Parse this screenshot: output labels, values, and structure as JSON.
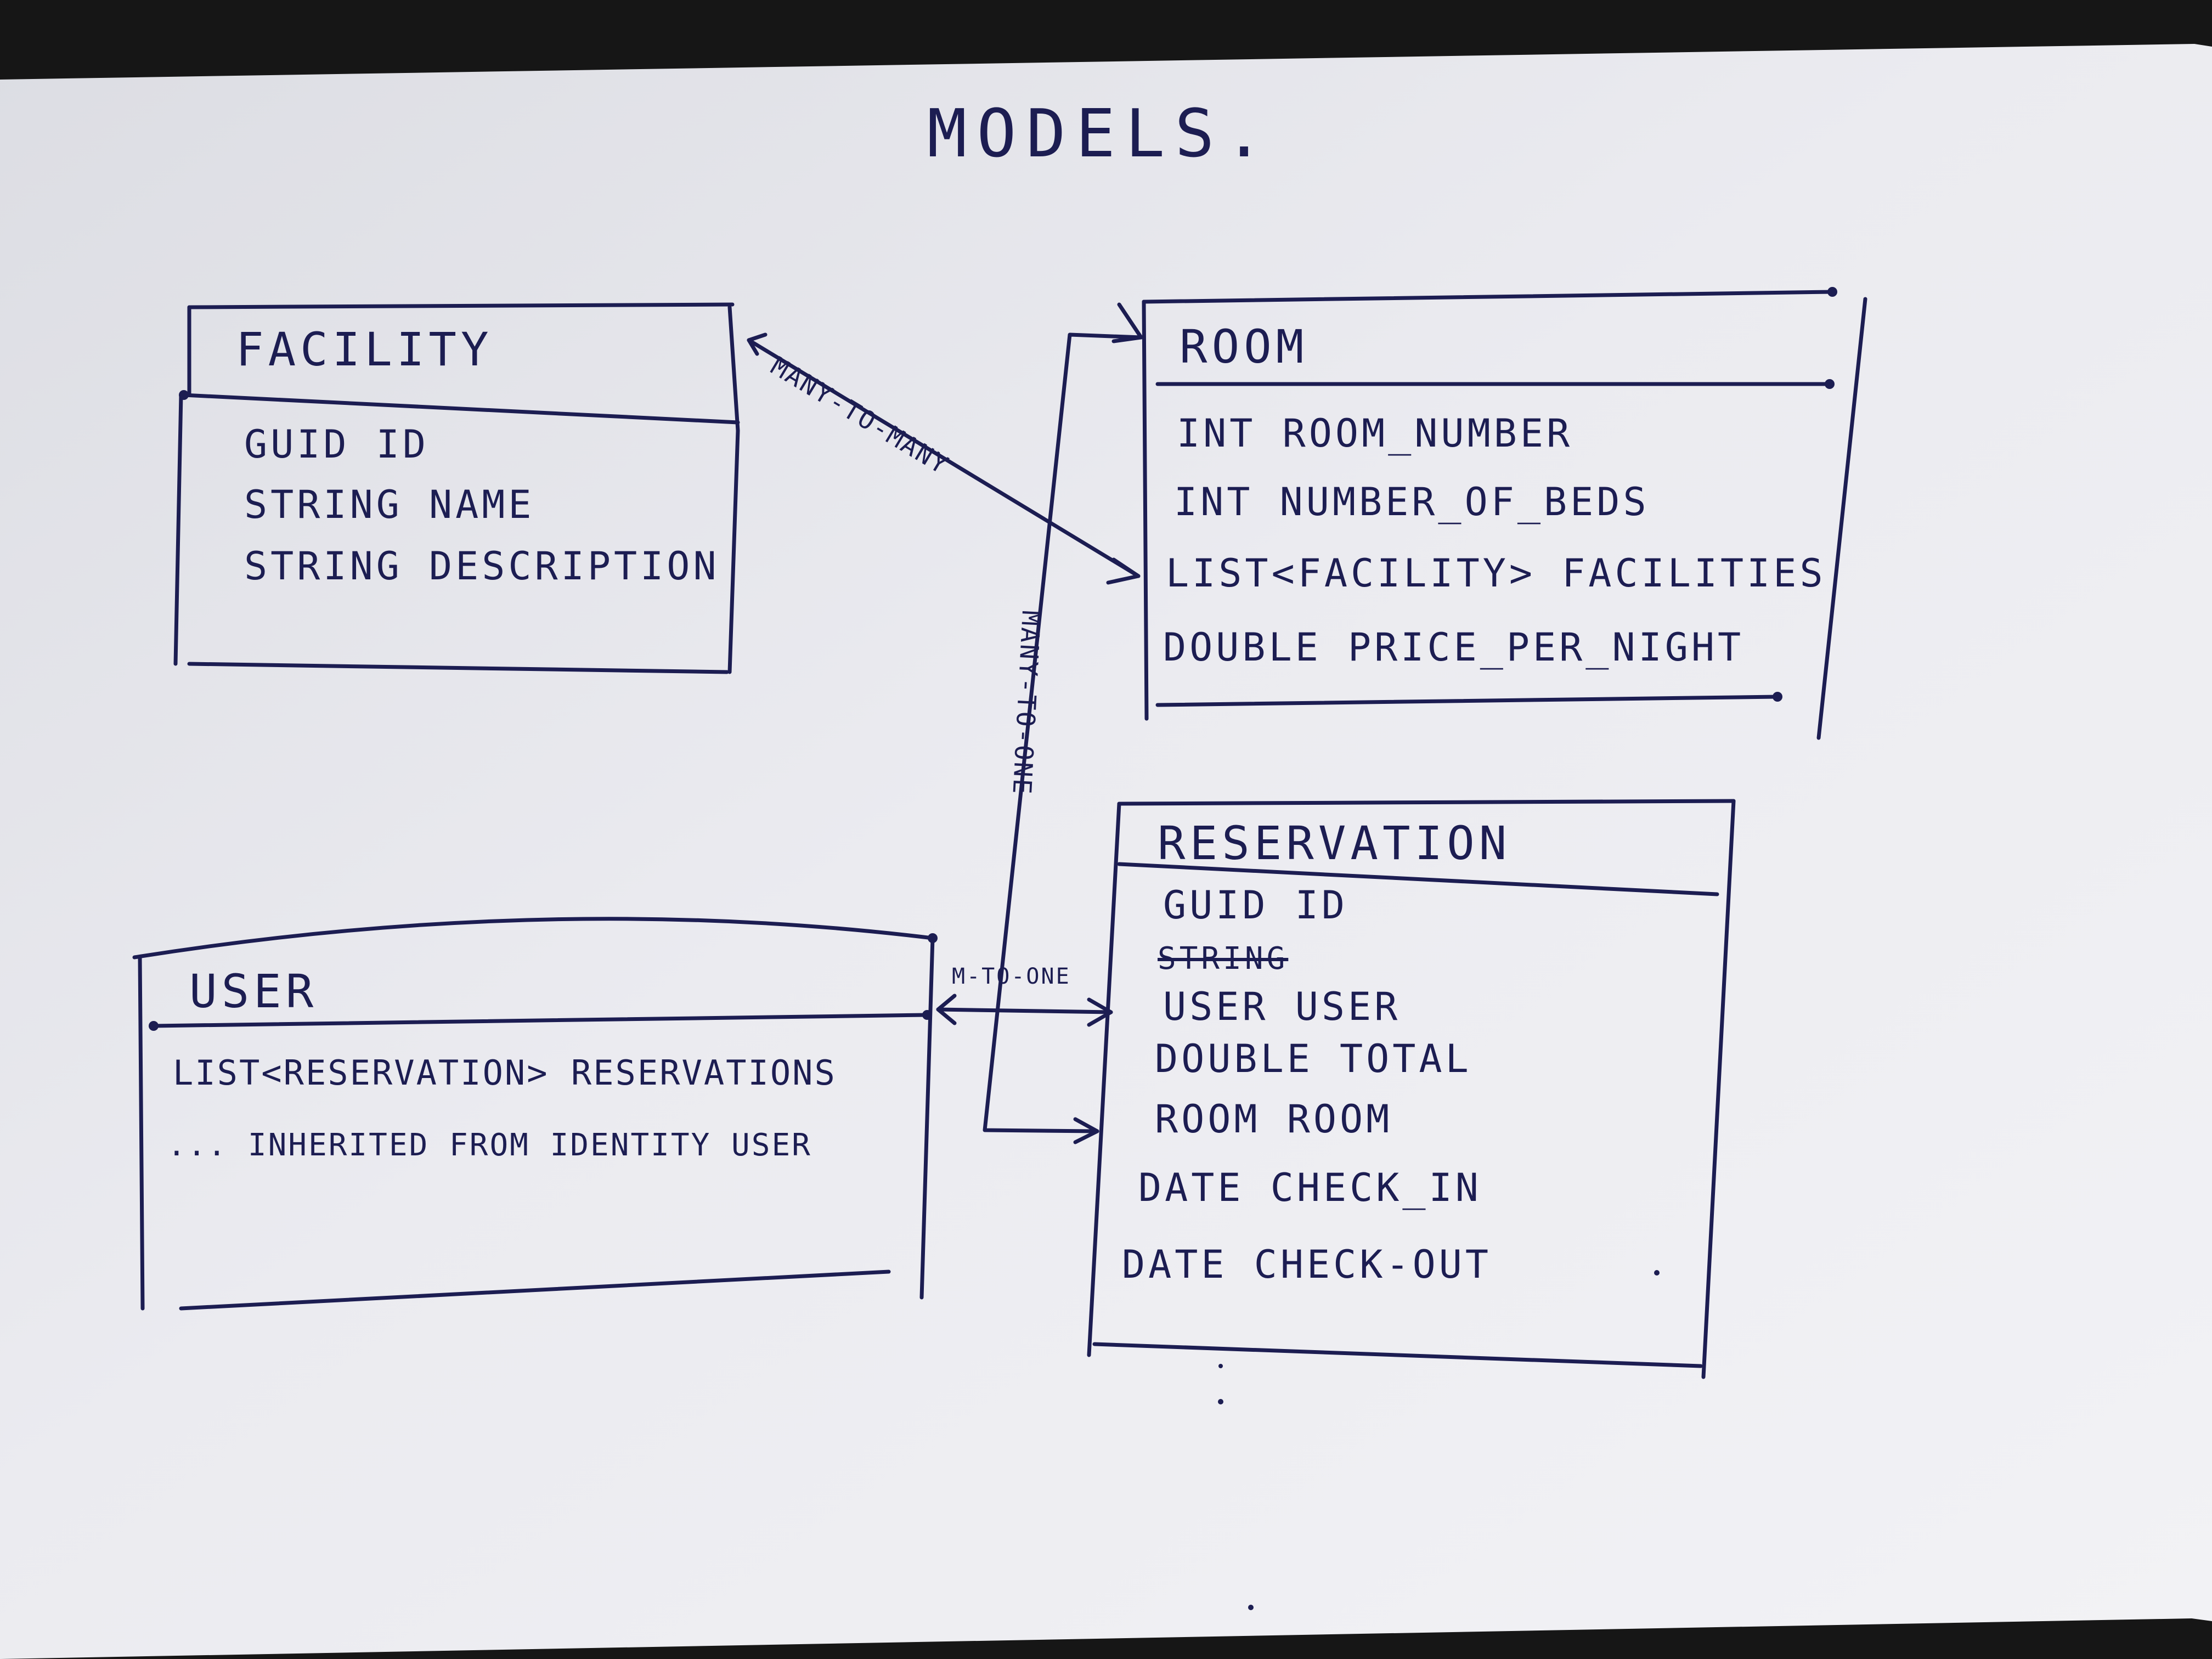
{
  "title": "MODELS.",
  "entities": {
    "facility": {
      "name": "FACILITY",
      "attributes": [
        "GUID ID",
        "STRING NAME",
        "STRING DESCRIPTION"
      ]
    },
    "room": {
      "name": "ROOM",
      "attributes": [
        "INT ROOM_NUMBER",
        "INT NUMBER_OF_BEDS",
        "LIST<FACILITY> FACILITIES",
        "DOUBLE PRICE_PER_NIGHT"
      ]
    },
    "user": {
      "name": "USER",
      "attributes": [
        "LIST<RESERVATION> RESERVATIONS",
        "... INHERITED FROM IDENTITY USER"
      ]
    },
    "reservation": {
      "name": "RESERVATION",
      "struck_text": "STRING",
      "attributes": [
        "GUID ID",
        "USER USER",
        "DOUBLE TOTAL",
        "ROOM ROOM",
        "DATE CHECK_IN",
        "DATE CHECK-OUT"
      ]
    }
  },
  "relationships": {
    "facility_room": "MANY-TO-MANY",
    "reservation_room": "MANY-TO-ONE",
    "user_reservation": "M-TO-ONE"
  },
  "colors": {
    "ink": "#1c1d52",
    "paper": "#e9e9ee",
    "background": "#161616"
  }
}
